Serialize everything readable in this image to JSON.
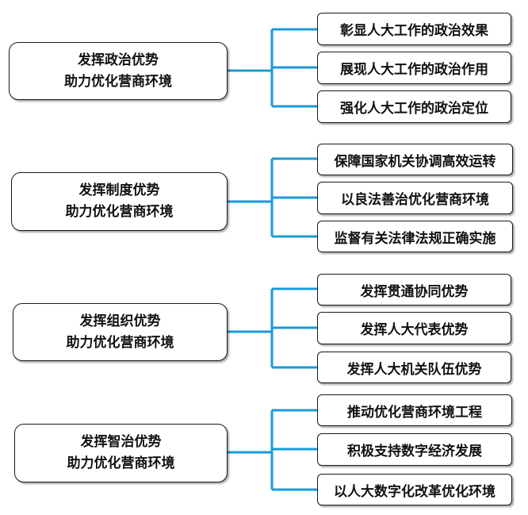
{
  "accent_color": "#1a9bd7",
  "groups": [
    {
      "title_line1": "发挥政治优势",
      "title_line2": "助力优化营商环境",
      "items": [
        "彰显人大工作的政治效果",
        "展现人大工作的政治作用",
        "强化人大工作的政治定位"
      ]
    },
    {
      "title_line1": "发挥制度优势",
      "title_line2": "助力优化营商环境",
      "items": [
        "保障国家机关协调高效运转",
        "以良法善治优化营商环境",
        "监督有关法律法规正确实施"
      ]
    },
    {
      "title_line1": "发挥组织优势",
      "title_line2": "助力优化营商环境",
      "items": [
        "发挥贯通协同优势",
        "发挥人大代表优势",
        "发挥人大机关队伍优势"
      ]
    },
    {
      "title_line1": "发挥智治优势",
      "title_line2": "助力优化营商环境",
      "items": [
        "推动优化营商环境工程",
        "积极支持数字经济发展",
        "以人大数字化改革优化环境"
      ]
    }
  ]
}
